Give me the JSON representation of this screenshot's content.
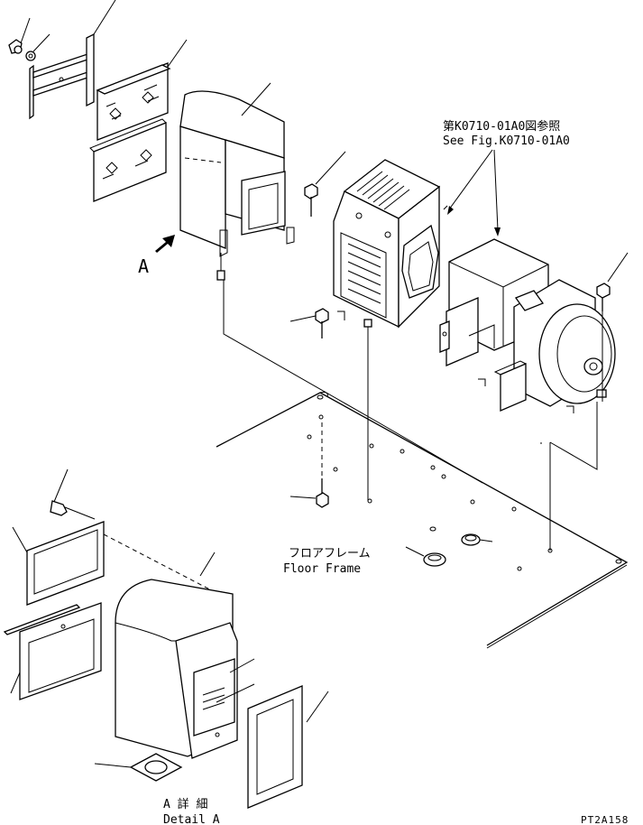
{
  "ref_note": {
    "jp": "第K0710-01A0図参照",
    "en": "See Fig.K0710-01A0"
  },
  "view_marker": "A",
  "floor_frame": {
    "jp": "フロアフレーム",
    "en": "Floor Frame"
  },
  "detail": {
    "jp": "A 詳 細",
    "en": "Detail A"
  },
  "drawing_code": "PT2A158"
}
